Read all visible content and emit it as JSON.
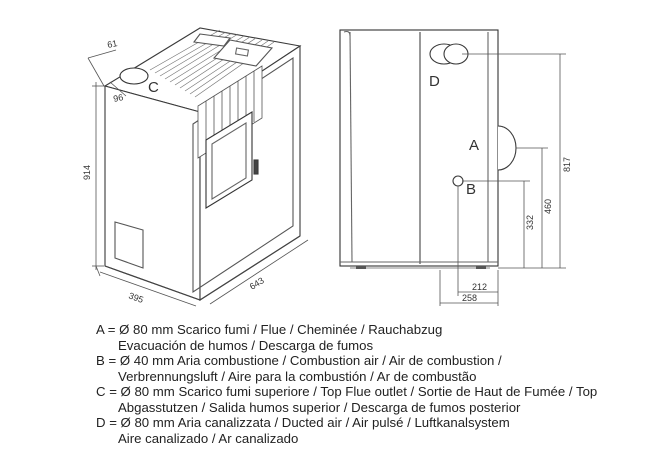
{
  "dimensions": {
    "d61": "61",
    "d96": "96",
    "d914": "914",
    "d395": "395",
    "d643": "643",
    "d817": "817",
    "d460": "460",
    "d332": "332",
    "d212": "212",
    "d258": "258"
  },
  "callouts": {
    "A": "A",
    "B": "B",
    "C": "C",
    "D": "D"
  },
  "legend": {
    "a1": "A = Ø 80 mm  Scarico fumi / Flue / Cheminée / Rauchabzug",
    "a2": "Evacuación de humos / Descarga de fumos",
    "b1": "B = Ø 40 mm  Aria combustione / Combustion air / Air de combustion /",
    "b2": "Verbrennungsluft / Aire para la combustión / Ar de combustão",
    "c1": "C = Ø 80 mm  Scarico fumi superiore / Top Flue outlet / Sortie de Haut de Fumée / Top",
    "c2": "Abgasstutzen / Salida humos superior / Descarga de fumos posterior",
    "d1": "D = Ø 80 mm  Aria canalizzata / Ducted air / Air pulsé / Luftkanalsystem",
    "d2": "Aire canalizado / Ar canalizado"
  }
}
